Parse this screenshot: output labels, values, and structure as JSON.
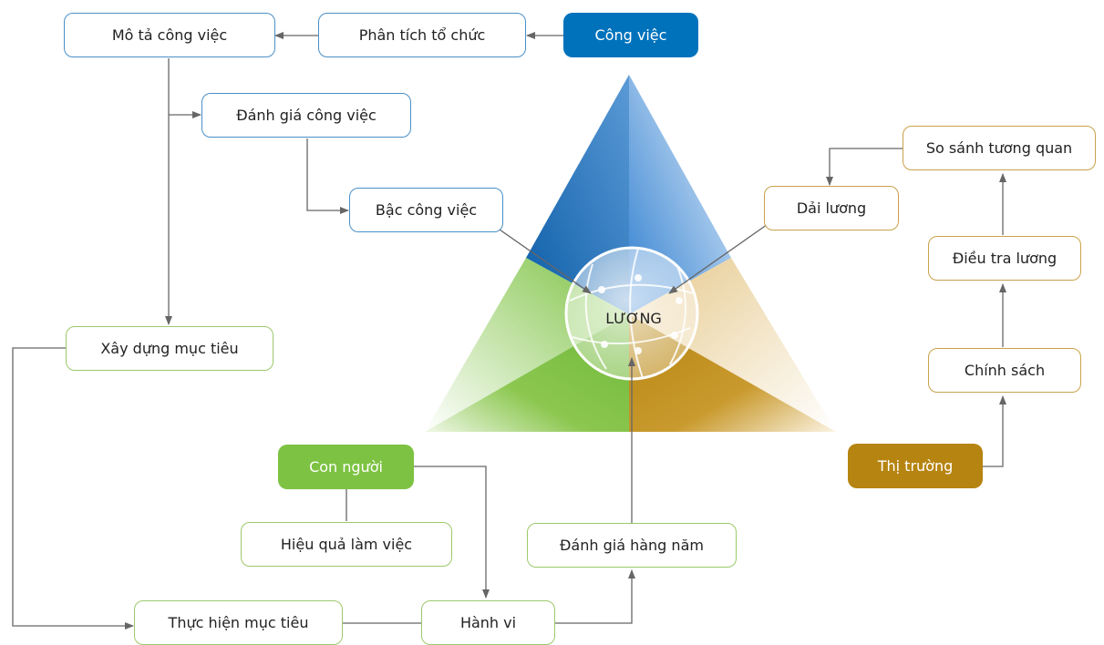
{
  "center": {
    "label": "LƯƠNG"
  },
  "nodes": {
    "cong_viec": "Công việc",
    "phan_tich_to_chuc": "Phân tích tổ chức",
    "mo_ta_cong_viec": "Mô tả công việc",
    "danh_gia_cong_viec": "Đánh giá công việc",
    "bac_cong_viec": "Bậc công việc",
    "xay_dung_muc_tieu": "Xây dựng mục tiêu",
    "con_nguoi": "Con người",
    "hieu_qua_lam_viec": "Hiệu quả làm việc",
    "thuc_hien_muc_tieu": "Thực hiện mục tiêu",
    "hanh_vi": "Hành vi",
    "danh_gia_hang_nam": "Đánh giá hàng năm",
    "thi_truong": "Thị trường",
    "chinh_sach": "Chính sách",
    "dieu_tra_luong": "Điều tra lương",
    "so_sanh_tuong_quan": "So sánh tương quan",
    "dai_luong": "Dải lương"
  },
  "colors": {
    "blue": "#0072bc",
    "green": "#7dc242",
    "gold": "#b68410",
    "connector": "#666666"
  }
}
